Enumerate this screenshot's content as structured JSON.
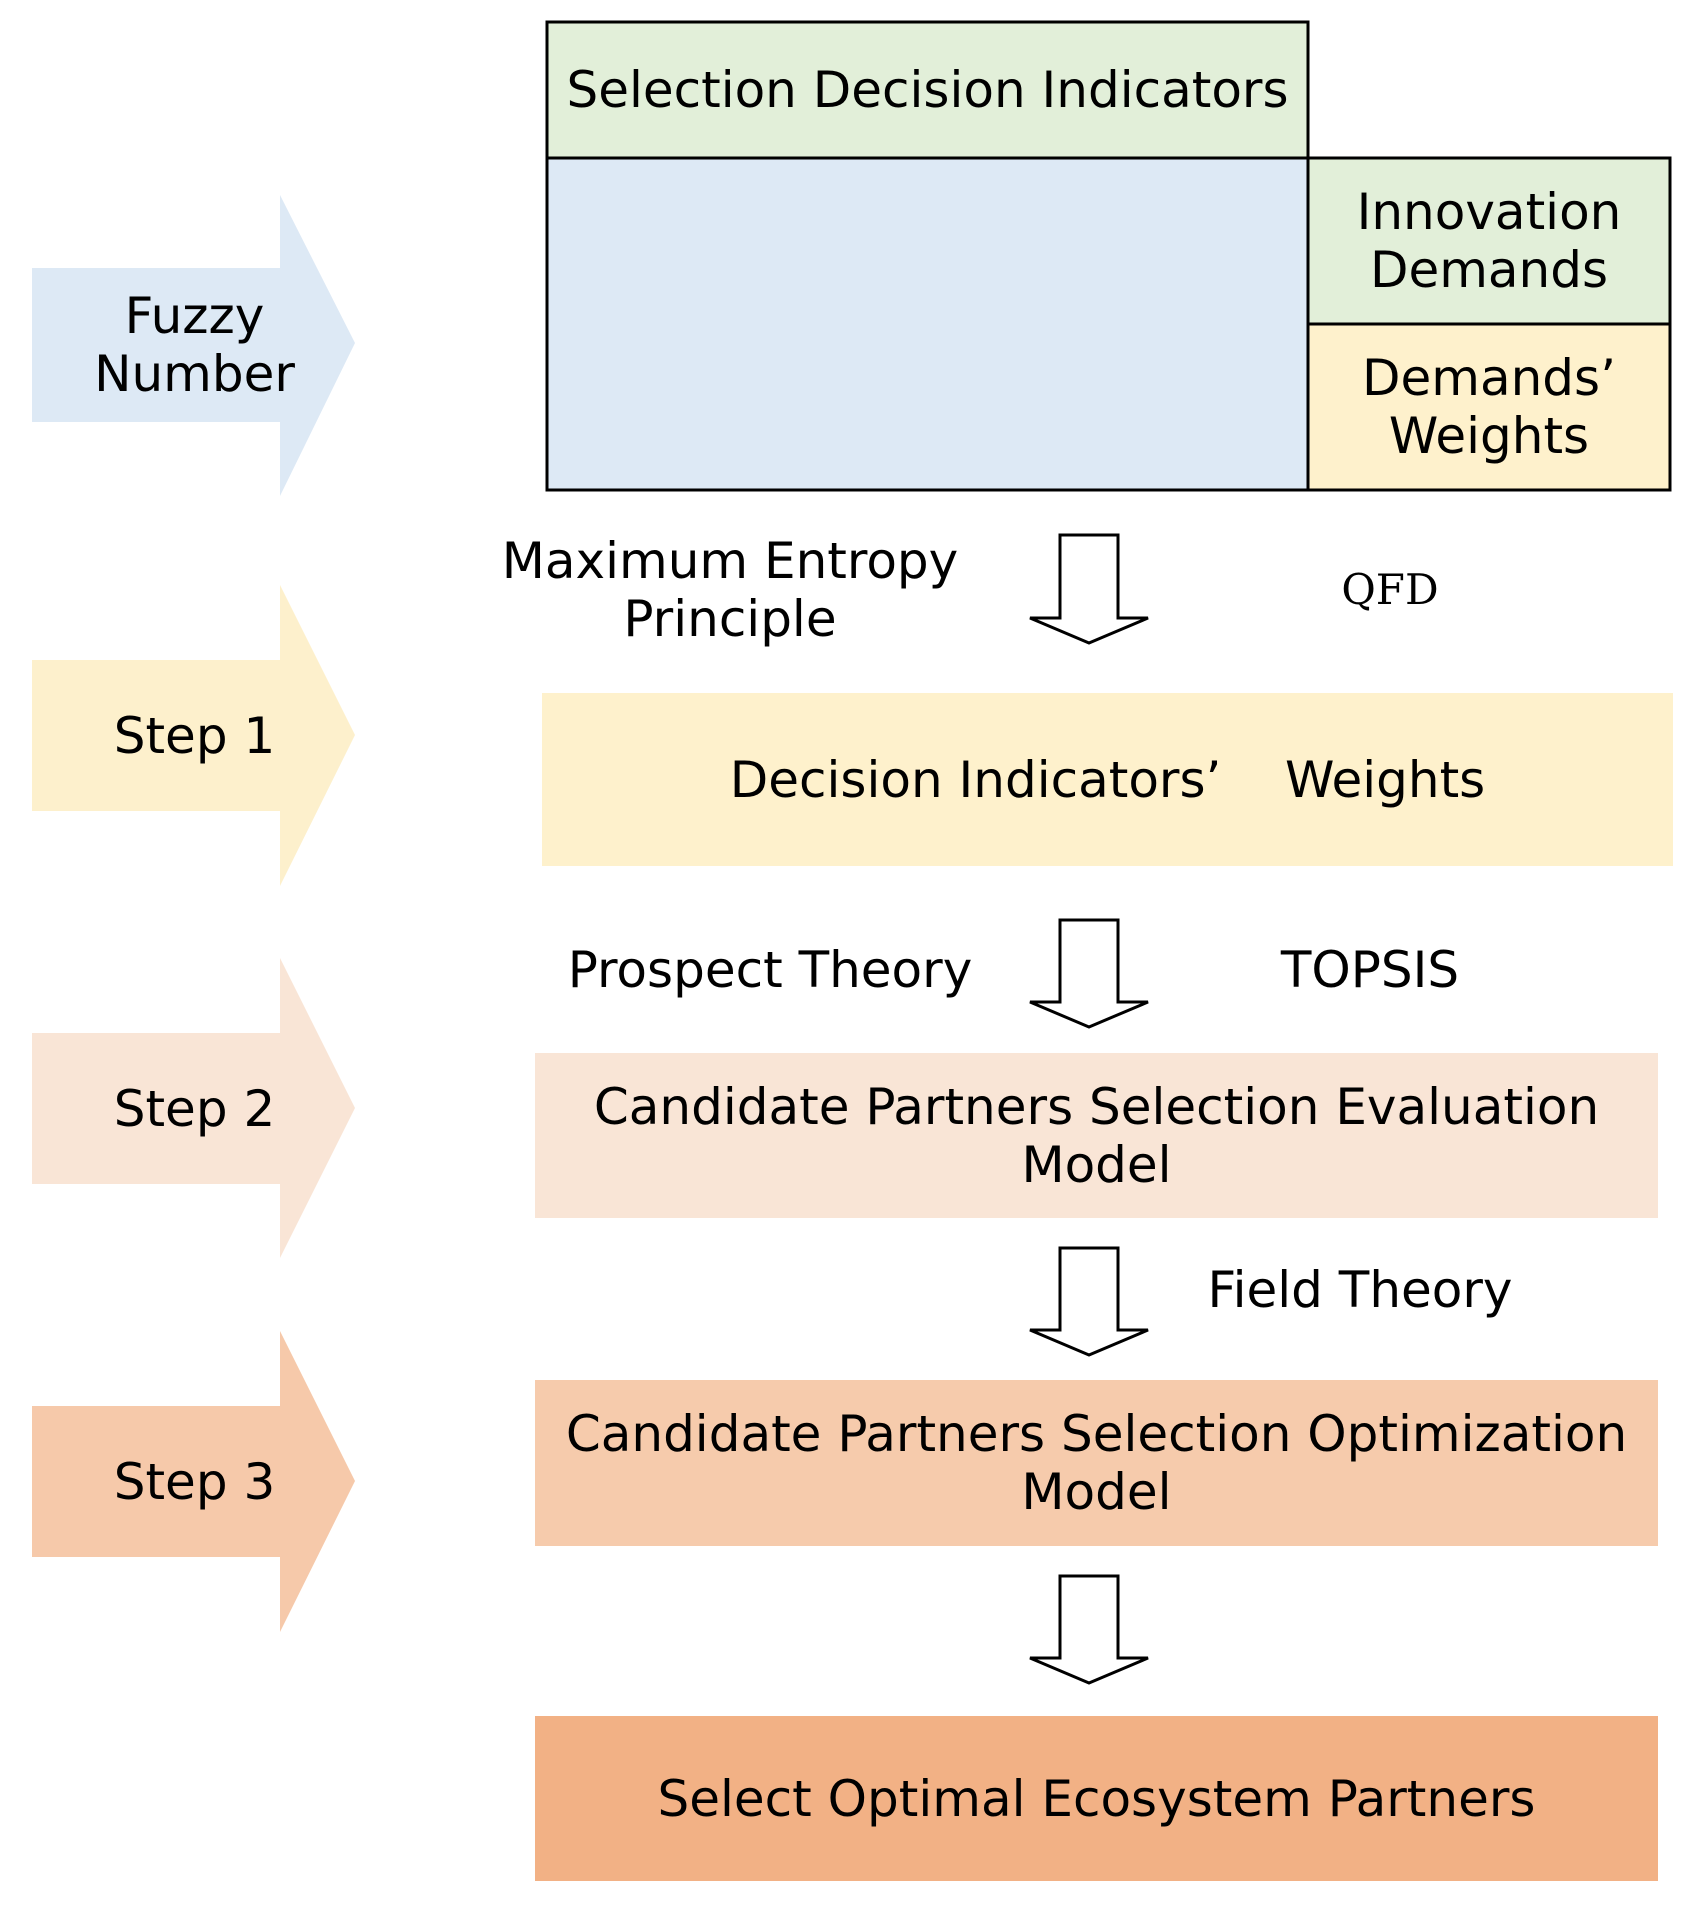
{
  "left_arrows": [
    {
      "label": "Fuzzy\nNumber",
      "color": "#dde9f5"
    },
    {
      "label": "Step 1",
      "color": "#fdf0cc"
    },
    {
      "label": "Step 2",
      "color": "#f9e5d6"
    },
    {
      "label": "Step 3",
      "color": "#f6c9aa"
    }
  ],
  "top_block": {
    "indicators": {
      "label": "Selection Decision Indicators",
      "color": "#e2efd9"
    },
    "matrix_color": "#dde9f5",
    "innovation": {
      "label": "Innovation\nDemands",
      "color": "#e2efd9"
    },
    "weights": {
      "label": "Demands’\nWeights",
      "color": "#fef1cc"
    }
  },
  "methods": {
    "max_entropy": "Maximum Entropy\nPrinciple",
    "qfd": "QFD",
    "prospect": "Prospect Theory",
    "topsis": "TOPSIS",
    "field": "Field Theory"
  },
  "steps": [
    {
      "label": "Decision Indicators’    Weights",
      "color": "#fef1cc"
    },
    {
      "label": "Candidate Partners Selection Evaluation\nModel",
      "color": "#f9e5d6"
    },
    {
      "label": "Candidate Partners Selection Optimization\nModel",
      "color": "#f6cbac"
    },
    {
      "label": "Select Optimal Ecosystem Partners",
      "color": "#f2b185"
    }
  ]
}
